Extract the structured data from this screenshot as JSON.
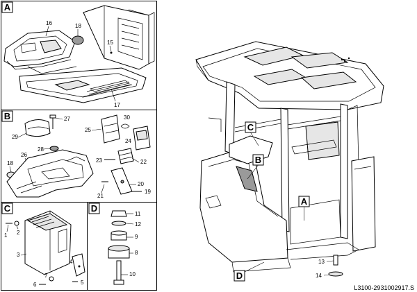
{
  "panels": [
    {
      "id": "A",
      "label": "A"
    },
    {
      "id": "B",
      "label": "B"
    },
    {
      "id": "C",
      "label": "C"
    },
    {
      "id": "D",
      "label": "D"
    }
  ],
  "callouts": [
    "A",
    "B",
    "C",
    "D"
  ],
  "part_numbers": {
    "p1": "1",
    "p2": "2",
    "p3": "3",
    "p4": "4",
    "p5": "5",
    "p6": "6",
    "p7": "7",
    "p8": "8",
    "p9": "9",
    "p10": "10",
    "p11": "11",
    "p12": "12",
    "p13": "13",
    "p14": "14",
    "p15": "15",
    "p16": "16",
    "p17": "17",
    "p18a": "18",
    "p18b": "18",
    "p19": "19",
    "p20": "20",
    "p21": "21",
    "p22": "22",
    "p23": "23",
    "p24": "24",
    "p25": "25",
    "p26": "26",
    "p27": "27",
    "p28": "28",
    "p29": "29",
    "p30": "30"
  },
  "reference": "L3100-2931002917.S"
}
